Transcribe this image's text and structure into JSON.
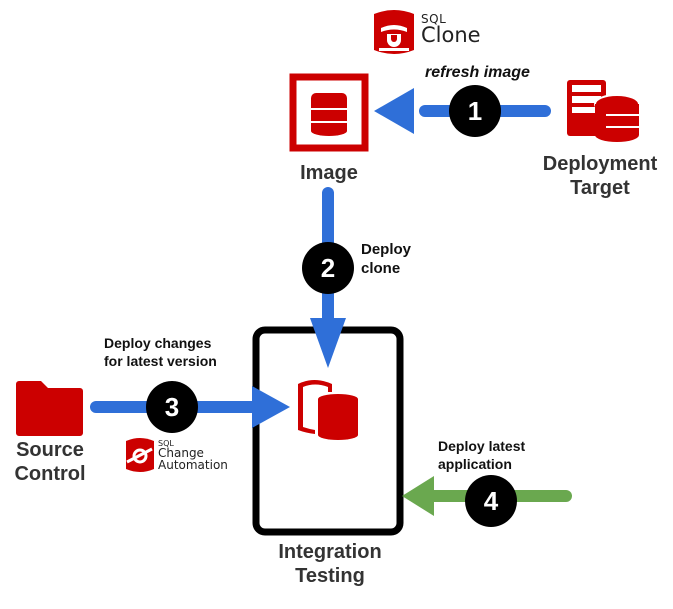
{
  "colors": {
    "red": "#cc0000",
    "blue": "#2f6fd8",
    "green": "#6aa84f",
    "black": "#000000",
    "label_text": "#333333"
  },
  "branding": {
    "sql_clone": {
      "line1": "SQL",
      "line2": "Clone",
      "icon": "sql-clone-logo-icon"
    },
    "sql_change_automation": {
      "line1": "SQL",
      "line2": "Change",
      "line3": "Automation",
      "icon": "sql-change-automation-logo-icon"
    }
  },
  "nodes": {
    "image": {
      "label": "Image",
      "icon": "database-icon"
    },
    "deployment_target": {
      "line1": "Deployment",
      "line2": "Target",
      "icon": "server-database-icon"
    },
    "source_control": {
      "line1": "Source",
      "line2": "Control",
      "icon": "folder-icon"
    },
    "integration_testing": {
      "line1": "Integration",
      "line2": "Testing",
      "icon": "database-clone-icon"
    }
  },
  "steps": [
    {
      "number": "1",
      "line1": "refresh image",
      "line2": ""
    },
    {
      "number": "2",
      "line1": "Deploy",
      "line2": "clone"
    },
    {
      "number": "3",
      "line1": "Deploy changes",
      "line2": "for latest version"
    },
    {
      "number": "4",
      "line1": "Deploy latest",
      "line2": "application"
    }
  ]
}
